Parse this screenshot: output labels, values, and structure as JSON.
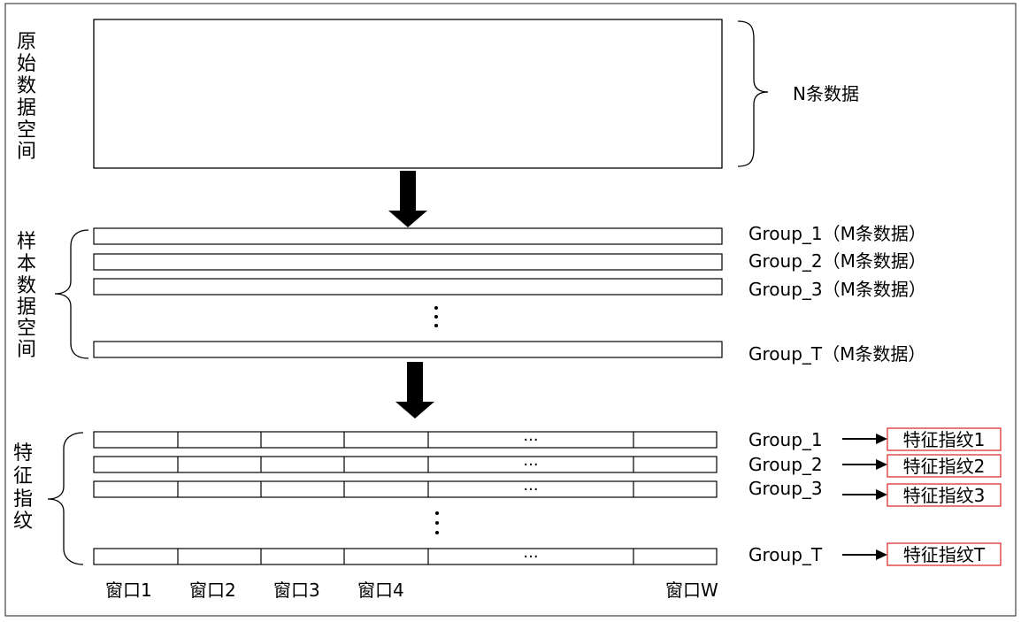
{
  "section_labels": {
    "raw_space": "原始数据空间",
    "sample_space": "样本数据空间",
    "feature_fingerprint": "特征指纹"
  },
  "raw_data": {
    "label": "N条数据"
  },
  "sample_groups": [
    {
      "label": "Group_1（M条数据）"
    },
    {
      "label": "Group_2（M条数据）"
    },
    {
      "label": "Group_3（M条数据）"
    },
    {
      "label": "Group_T（M条数据）"
    }
  ],
  "feature_rows": [
    {
      "group": "Group_1",
      "fingerprint": "特征指纹1"
    },
    {
      "group": "Group_2",
      "fingerprint": "特征指纹2"
    },
    {
      "group": "Group_3",
      "fingerprint": "特征指纹3"
    },
    {
      "group": "Group_T",
      "fingerprint": "特征指纹T"
    }
  ],
  "ellipsis_horizontal": "···",
  "windows": [
    "窗口1",
    "窗口2",
    "窗口3",
    "窗口4",
    "窗口W"
  ],
  "colors": {
    "fingerprint_border": "#e03030",
    "line": "#000000"
  }
}
